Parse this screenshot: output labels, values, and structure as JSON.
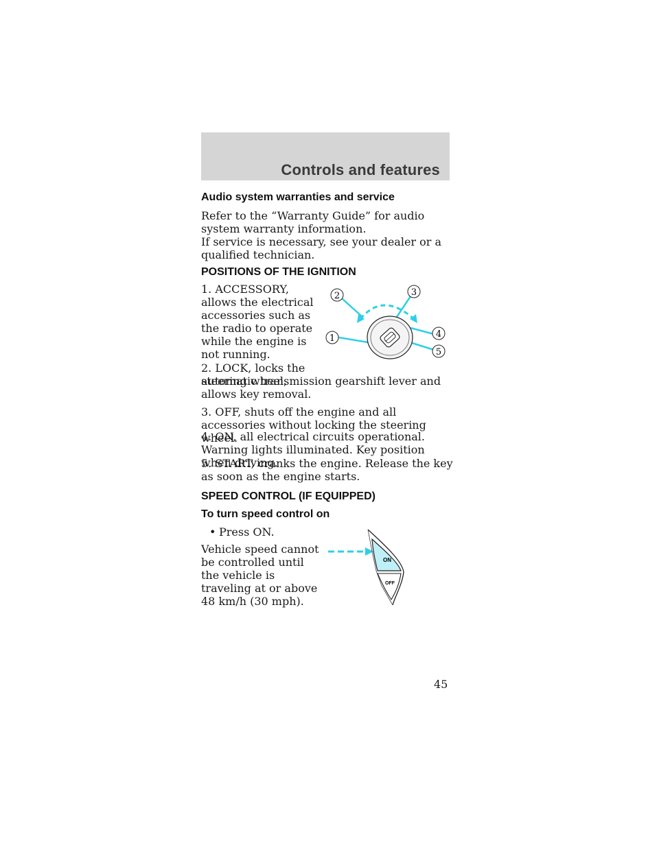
{
  "header": {
    "title": "Controls and features"
  },
  "audio": {
    "heading": "Audio system warranties and service",
    "p1": "Refer to the “Warranty Guide” for audio system warranty information.",
    "p2": "If service is necessary, see your dealer or a qualified technician."
  },
  "ignition": {
    "heading": "POSITIONS OF THE IGNITION",
    "item1": "1. ACCESSORY, allows the electrical accessories such as the radio to operate while the engine is not running.",
    "item2a": "2. LOCK, locks the steering wheel,",
    "item2b": "automatic transmission gearshift lever and allows key removal.",
    "item3": "3. OFF, shuts off the engine and all accessories without locking the steering wheel.",
    "item4": "4. ON, all electrical circuits operational. Warning lights illuminated. Key position when driving.",
    "item5": "5. START, cranks the engine. Release the key as soon as the engine starts.",
    "callouts": [
      "1",
      "2",
      "3",
      "4",
      "5"
    ]
  },
  "speed": {
    "heading": "SPEED CONTROL (IF EQUIPPED)",
    "subheading": "To turn speed control on",
    "bullet": "Press ON.",
    "p1": "Vehicle speed cannot be controlled until the vehicle is traveling at or above 48 km/h (30 mph).",
    "on_label": "ON",
    "off_label": "OFF"
  },
  "page_number": "45",
  "colors": {
    "accent": "#2ecfe6",
    "header_band": "#d5d5d5"
  }
}
